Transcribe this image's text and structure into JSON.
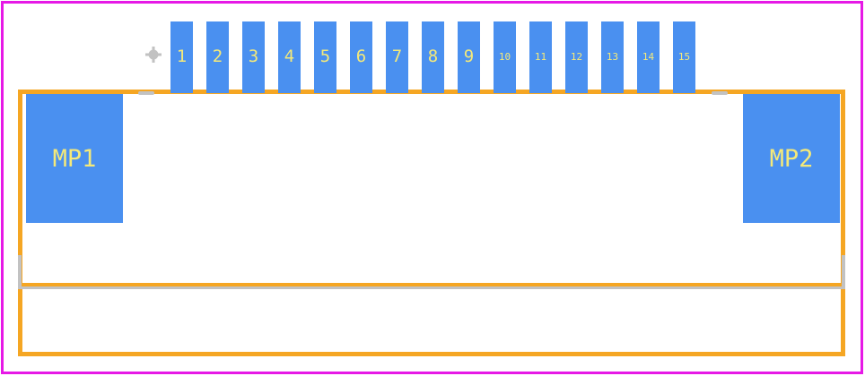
{
  "colors": {
    "board_border": "#e619e6",
    "outline": "#f5a623",
    "silkscreen": "#c2c2c2",
    "pad": "#4a90f0",
    "pad_label": "#f4e97a"
  },
  "pins": [
    {
      "label": "1"
    },
    {
      "label": "2"
    },
    {
      "label": "3"
    },
    {
      "label": "4"
    },
    {
      "label": "5"
    },
    {
      "label": "6"
    },
    {
      "label": "7"
    },
    {
      "label": "8"
    },
    {
      "label": "9"
    },
    {
      "label": "10"
    },
    {
      "label": "11"
    },
    {
      "label": "12"
    },
    {
      "label": "13"
    },
    {
      "label": "14"
    },
    {
      "label": "15"
    }
  ],
  "mounting_pads": [
    {
      "label": "MP1"
    },
    {
      "label": "MP2"
    }
  ]
}
